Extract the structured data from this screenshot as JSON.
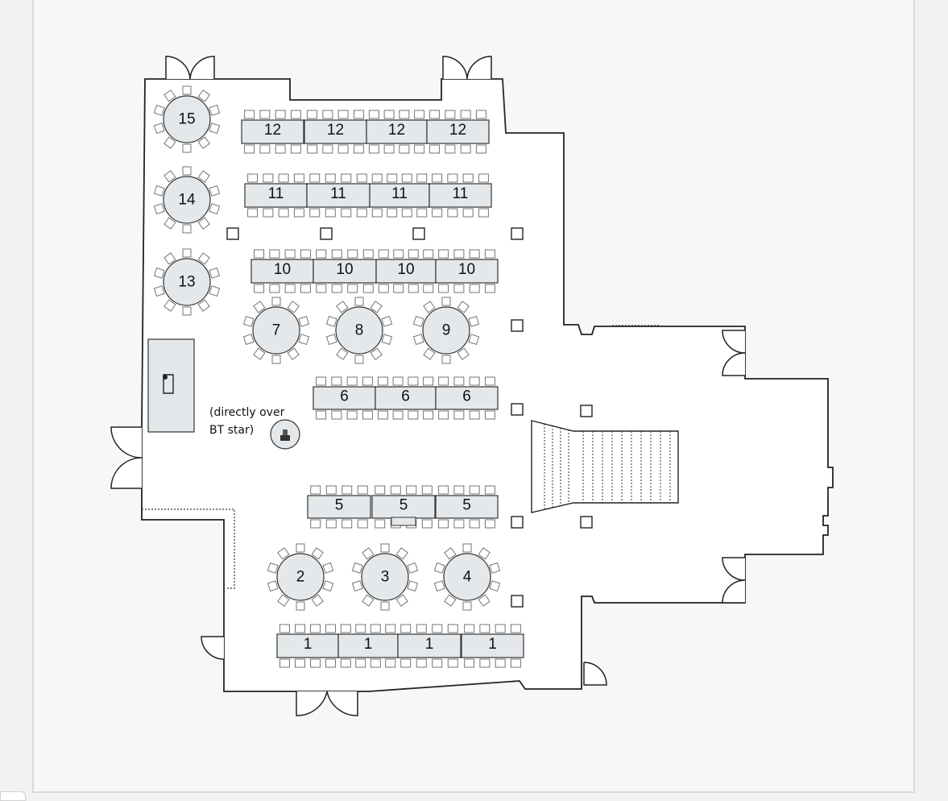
{
  "floorplan": {
    "note_line1": "(directly over",
    "note_line2": "BT star)",
    "round_tables": [
      {
        "label": "15"
      },
      {
        "label": "14"
      },
      {
        "label": "13"
      },
      {
        "label": "7"
      },
      {
        "label": "8"
      },
      {
        "label": "9"
      },
      {
        "label": "2"
      },
      {
        "label": "3"
      },
      {
        "label": "4"
      }
    ],
    "rect_tables": [
      {
        "label": "12"
      },
      {
        "label": "12"
      },
      {
        "label": "12"
      },
      {
        "label": "12"
      },
      {
        "label": "11"
      },
      {
        "label": "11"
      },
      {
        "label": "11"
      },
      {
        "label": "11"
      },
      {
        "label": "10"
      },
      {
        "label": "10"
      },
      {
        "label": "10"
      },
      {
        "label": "10"
      },
      {
        "label": "6"
      },
      {
        "label": "6"
      },
      {
        "label": "6"
      },
      {
        "label": "5"
      },
      {
        "label": "5"
      },
      {
        "label": "5"
      },
      {
        "label": "1"
      },
      {
        "label": "1"
      },
      {
        "label": "1"
      },
      {
        "label": "1"
      }
    ],
    "icons": [
      "cake-icon",
      "piano-icon",
      "staircase-icon",
      "door-icon",
      "column-icon"
    ],
    "colors": {
      "table_fill": "#e5e8ea",
      "background": "#f7f7f7",
      "wall": "#222222"
    }
  }
}
